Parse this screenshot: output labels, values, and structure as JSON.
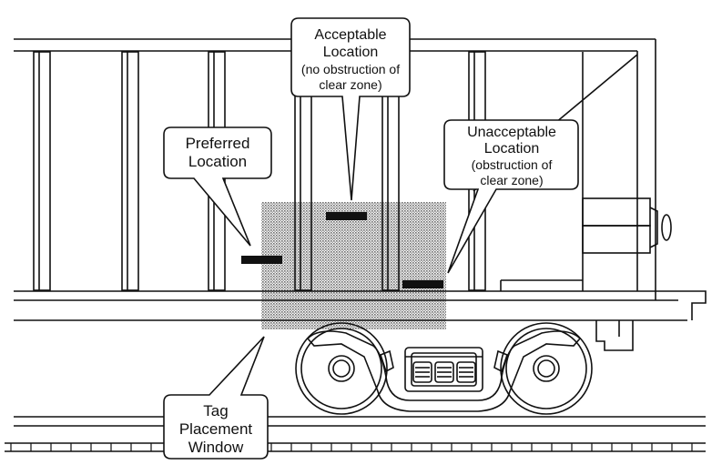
{
  "callouts": {
    "acceptable": [
      "Acceptable",
      "Location",
      "(no obstruction of",
      "clear zone)"
    ],
    "preferred": [
      "Preferred",
      "Location"
    ],
    "unacceptable": [
      "Unacceptable",
      "Location",
      "(obstruction of",
      "clear zone)"
    ],
    "window": [
      "Tag",
      "Placement",
      "Window"
    ]
  },
  "colors": {
    "line": "#111111",
    "window_fill": "#9a9a9a",
    "background": "#ffffff"
  }
}
